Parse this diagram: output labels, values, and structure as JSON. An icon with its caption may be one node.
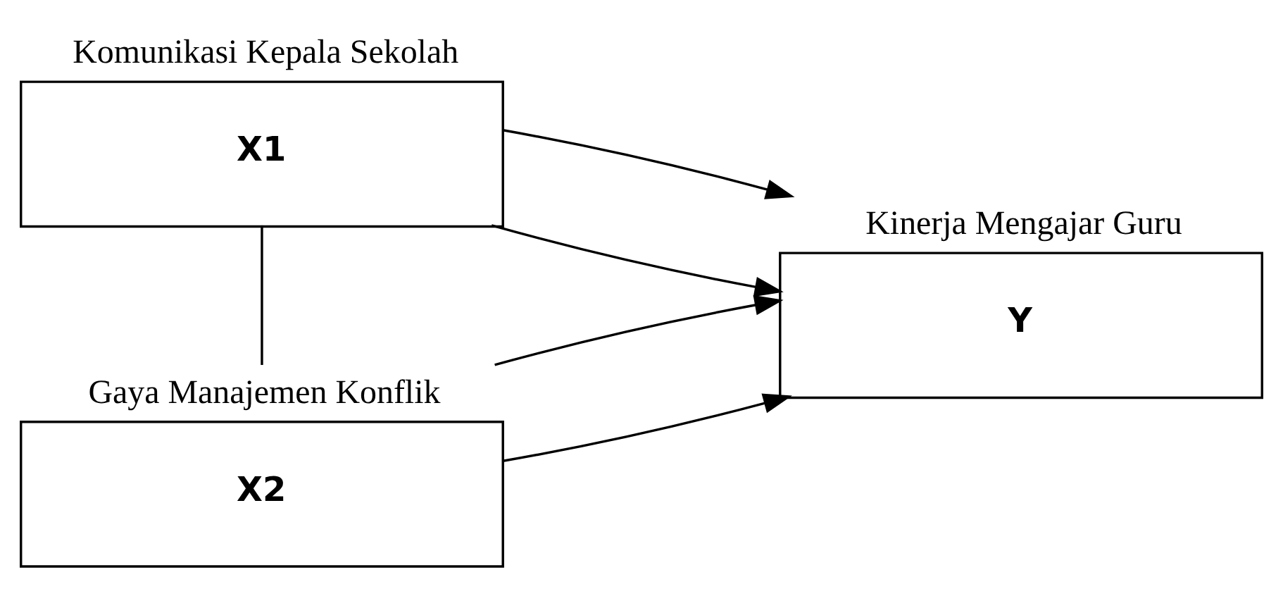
{
  "diagram": {
    "nodes": [
      {
        "text": [
          "Komunikasi Kepala Sekolah",
          "X1"
        ]
      },
      {
        "text": [
          "Gaya Manajemen Konflik",
          "X2"
        ]
      },
      {
        "text": [
          "Kinerja Mengajar Guru",
          "Y"
        ]
      }
    ],
    "edges": [
      {
        "from": 0,
        "to": 2,
        "arrow": "to"
      },
      {
        "from": 0,
        "to": 2,
        "arrow": "to"
      },
      {
        "from": 1,
        "to": 2,
        "arrow": "to"
      },
      {
        "from": 1,
        "to": 2,
        "arrow": "to"
      },
      {
        "from": 0,
        "to": 1,
        "arrow": "none"
      }
    ]
  }
}
